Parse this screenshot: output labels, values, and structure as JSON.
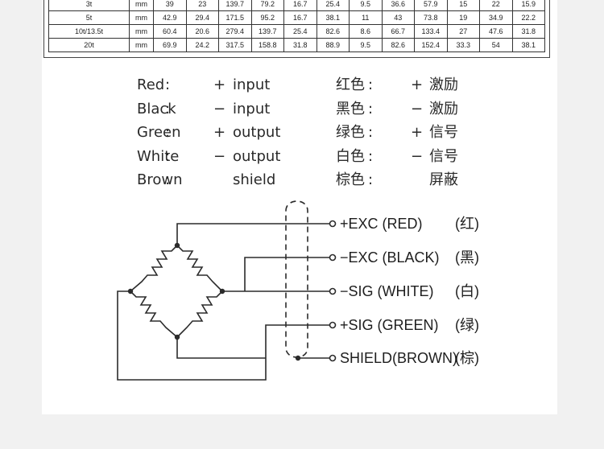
{
  "spec_table": {
    "rows": [
      {
        "model": "3t",
        "unit": "mm",
        "values": [
          "39",
          "23",
          "139.7",
          "79.2",
          "16.7",
          "25.4",
          "9.5",
          "36.6",
          "57.9",
          "15",
          "22",
          "15.9"
        ]
      },
      {
        "model": "5t",
        "unit": "mm",
        "values": [
          "42.9",
          "29.4",
          "171.5",
          "95.2",
          "16.7",
          "38.1",
          "11",
          "43",
          "73.8",
          "19",
          "34.9",
          "22.2"
        ]
      },
      {
        "model": "10t/13.5t",
        "unit": "mm",
        "values": [
          "60.4",
          "20.6",
          "279.4",
          "139.7",
          "25.4",
          "82.6",
          "8.6",
          "66.7",
          "133.4",
          "27",
          "47.6",
          "31.8"
        ]
      },
      {
        "model": "20t",
        "unit": "mm",
        "values": [
          "69.9",
          "24.2",
          "317.5",
          "158.8",
          "31.8",
          "88.9",
          "9.5",
          "82.6",
          "152.4",
          "33.3",
          "54",
          "38.1"
        ]
      }
    ]
  },
  "wire_colors": [
    {
      "color": "Red",
      "colon": ":",
      "sign": "+",
      "word": "input",
      "zh_color": "红色",
      "zh_colon": ":",
      "zh_sign": "+",
      "zh_word": "激励"
    },
    {
      "color": "Black",
      "colon": ":",
      "sign": "−",
      "word": "input",
      "zh_color": "黑色",
      "zh_colon": ":",
      "zh_sign": "−",
      "zh_word": "激励"
    },
    {
      "color": "Green",
      "colon": ":",
      "sign": "+",
      "word": "output",
      "zh_color": "绿色",
      "zh_colon": ":",
      "zh_sign": "+",
      "zh_word": "信号"
    },
    {
      "color": "White",
      "colon": ":",
      "sign": "−",
      "word": "output",
      "zh_color": "白色",
      "zh_colon": ":",
      "zh_sign": "−",
      "zh_word": "信号"
    },
    {
      "color": "Brown",
      "colon": ":",
      "sign": "",
      "word": "shield",
      "zh_color": "棕色",
      "zh_colon": ":",
      "zh_sign": "",
      "zh_word": "屏蔽"
    }
  ],
  "terminals": [
    {
      "label": "+EXC (RED)",
      "zh": "(红)"
    },
    {
      "label": "−EXC (BLACK)",
      "zh": "(黑)"
    },
    {
      "label": "−SIG (WHITE)",
      "zh": "(白)"
    },
    {
      "label": "+SIG (GREEN)",
      "zh": "(绿)"
    },
    {
      "label": "SHIELD(BROWN)",
      "zh": "(棕)"
    }
  ],
  "colors": {
    "line": "#2b2b2b",
    "background": "#f1f1f1",
    "card": "#ffffff"
  }
}
